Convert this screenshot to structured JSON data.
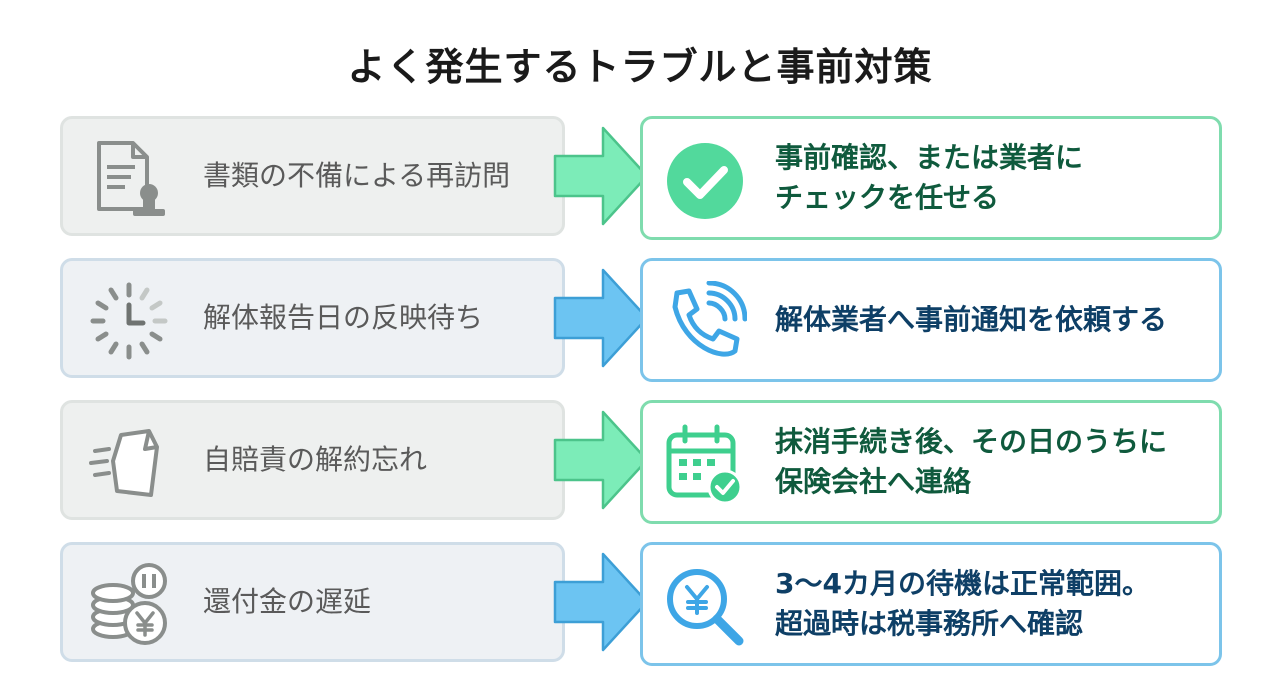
{
  "title": "よく発生するトラブルと事前対策",
  "colors": {
    "green_accent": "#5fe0a6",
    "blue_accent": "#5fb8ec",
    "green_text": "#0f5a3d",
    "blue_text": "#0e3f66",
    "problem_text": "#5a5a5a"
  },
  "rows": [
    {
      "problem": "書類の不備による再訪問",
      "problem_icon": "document-stamp-icon",
      "solution_lines": [
        "事前確認、または業者に",
        "チェックを任せる"
      ],
      "solution_icon": "checkmark-circle-icon",
      "theme": "green"
    },
    {
      "problem": "解体報告日の反映待ち",
      "problem_icon": "clock-waiting-icon",
      "solution_lines": [
        "解体業者へ事前通知を依頼する"
      ],
      "solution_icon": "phone-call-icon",
      "theme": "blue"
    },
    {
      "problem": "自賠責の解約忘れ",
      "problem_icon": "flying-paper-icon",
      "solution_lines": [
        "抹消手続き後、その日のうちに",
        "保険会社へ連絡"
      ],
      "solution_icon": "calendar-check-icon",
      "theme": "green"
    },
    {
      "problem": "還付金の遅延",
      "problem_icon": "coins-yen-icon",
      "solution_lines": [
        "3〜4カ月の待機は正常範囲。",
        "超過時は税事務所へ確認"
      ],
      "solution_icon": "yen-magnifier-icon",
      "theme": "blue"
    }
  ]
}
